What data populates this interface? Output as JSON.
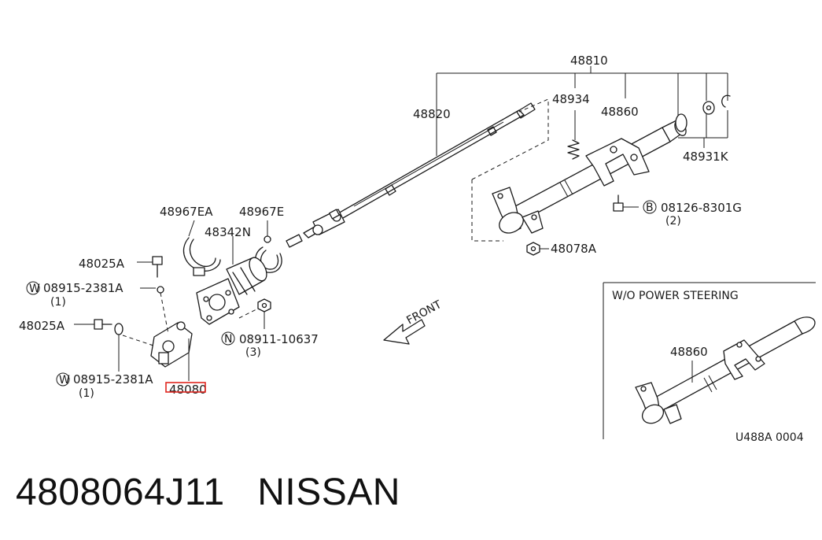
{
  "callouts": {
    "assembly": "48810",
    "upper_shaft": "48820",
    "spring": "48934",
    "column_tube": "48860",
    "kit": "48931K",
    "clamp_ea": "48967EA",
    "clamp_e": "48967E",
    "boot": "48342N",
    "bolt_top": "48025A",
    "washer_top": "08915-2381A",
    "washer_top_qty": "(1)",
    "bolt_left": "48025A",
    "washer_bot": "08915-2381A",
    "washer_bot_qty": "(1)",
    "joint": "48080",
    "nut": "08911-10637",
    "nut_qty": "(3)",
    "bolt_right": "08126-8301G",
    "bolt_right_qty": "(2)",
    "bracket_nut": "48078A",
    "front": "FRONT"
  },
  "markers": {
    "washer": "W",
    "nut": "N",
    "bolt": "B"
  },
  "inset": {
    "title": "W/O POWER STEERING",
    "part": "48860",
    "drawing_code": "U488A 0004"
  },
  "caption": {
    "text": "4808064J11   NISSAN"
  },
  "highlight_color": "#e0261f"
}
